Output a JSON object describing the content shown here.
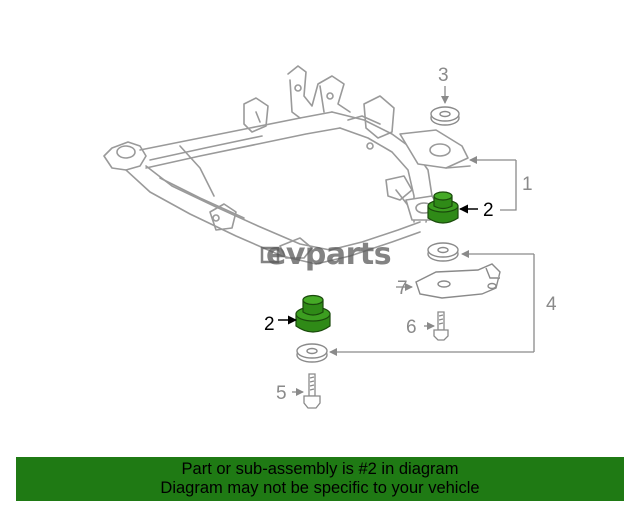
{
  "callouts": {
    "c1": "1",
    "c2_upper": "2",
    "c2_lower": "2",
    "c3": "3",
    "c4": "4",
    "c5": "5",
    "c6": "6",
    "c7": "7"
  },
  "watermark": "evparts",
  "banner": {
    "line1": "Part or sub-assembly is #2 in diagram",
    "line2": "Diagram may not be specific to your vehicle"
  },
  "colors": {
    "highlight_part": "#2f8a17",
    "banner": "#1f7a14",
    "line_art": "#9a9a9a"
  }
}
